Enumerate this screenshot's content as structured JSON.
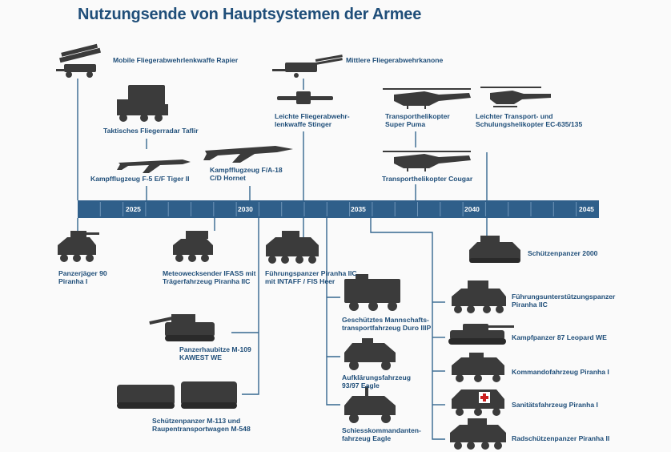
{
  "title": "Nutzungsende von Hauptsystemen der Armee",
  "timeline": {
    "years": [
      "2025",
      "2030",
      "2035",
      "2040",
      "2045"
    ],
    "color": "#2f5f8a",
    "line_color": "#35678f"
  },
  "systems_above": {
    "rapier": "Mobile Fliegerabwehrlenkwaffe Rapier",
    "taflir": "Taktisches Fliegerradar Taflir",
    "tiger": "Kampfflugzeug F-5 E/F Tiger II",
    "hornet": [
      "Kampfflugzeug F/A-18",
      "C/D Hornet"
    ],
    "kanone": "Mittlere Fliegerabwehrkanone",
    "stinger": [
      "Leichte Fliegerabwehr-",
      "lenkwaffe Stinger"
    ],
    "superpuma": [
      "Transporthelikopter",
      "Super Puma"
    ],
    "cougar": "Transporthelikopter Cougar",
    "ec635": [
      "Leichter Transport- und",
      "Schulungshelikopter EC-635/135"
    ]
  },
  "systems_below": {
    "panzerjaeger": [
      "Panzerjäger 90",
      "Piranha I"
    ],
    "ifass": [
      "Meteowecksender IFASS mit",
      "Trägerfahrzeug Piranha IIC"
    ],
    "m109": [
      "Panzerhaubitze M-109",
      "KAWEST WE"
    ],
    "m113": [
      "Schützenpanzer M-113 und",
      "Raupentransportwagen M-548"
    ],
    "intaff": [
      "Führungspanzer Piranha IIC",
      "mit INTAFF / FIS Heer"
    ],
    "duro": [
      "Geschütztes Mannschafts-",
      "transportfahrzeug Duro IIIP"
    ],
    "eagle9397": [
      "Aufklärungsfahrzeug",
      "93/97 Eagle"
    ],
    "schiess": [
      "Schiesskommandanten-",
      "fahrzeug Eagle"
    ],
    "spz2000": "Schützenpanzer 2000",
    "fupz": [
      "Führungsunterstützungspanzer",
      "Piranha IIC"
    ],
    "leopard": "Kampfpanzer 87 Leopard WE",
    "kommando": "Kommandofahrzeug Piranha I",
    "sanitaet": "Sanitätsfahrzeug Piranha I",
    "radschuetzen": "Radschützenpanzer Piranha II"
  },
  "colors": {
    "title": "#1f4e79",
    "label": "#1f4e79",
    "vehicle": "#3b3b3b",
    "cross": "#cc1f1f"
  }
}
